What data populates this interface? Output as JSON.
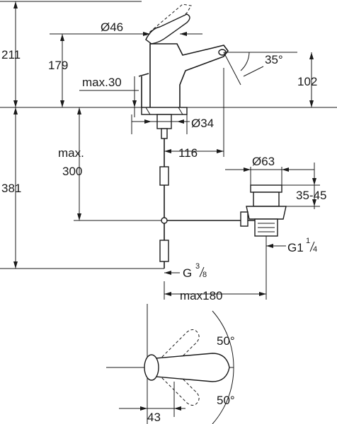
{
  "labels": {
    "total_height": "211",
    "spout_height": "179",
    "max_lift": "max.30",
    "base_diameter": "Ø46",
    "hole_diameter": "Ø34",
    "spout_angle": "35°",
    "outlet_height": "102",
    "reach": "116",
    "below_height": "381",
    "max_text_1": "max.",
    "max_text_2": "300",
    "trap_diameter": "Ø63",
    "trap_range": "35-45",
    "waste_thread_main": "G1",
    "waste_thread_num": "1",
    "waste_thread_den": "4",
    "supply_thread_main": "G",
    "supply_thread_num": "3",
    "supply_thread_den": "8",
    "max_width": "max180",
    "rotation_upper": "50°",
    "rotation_lower": "50°",
    "lever_offset": "43"
  }
}
